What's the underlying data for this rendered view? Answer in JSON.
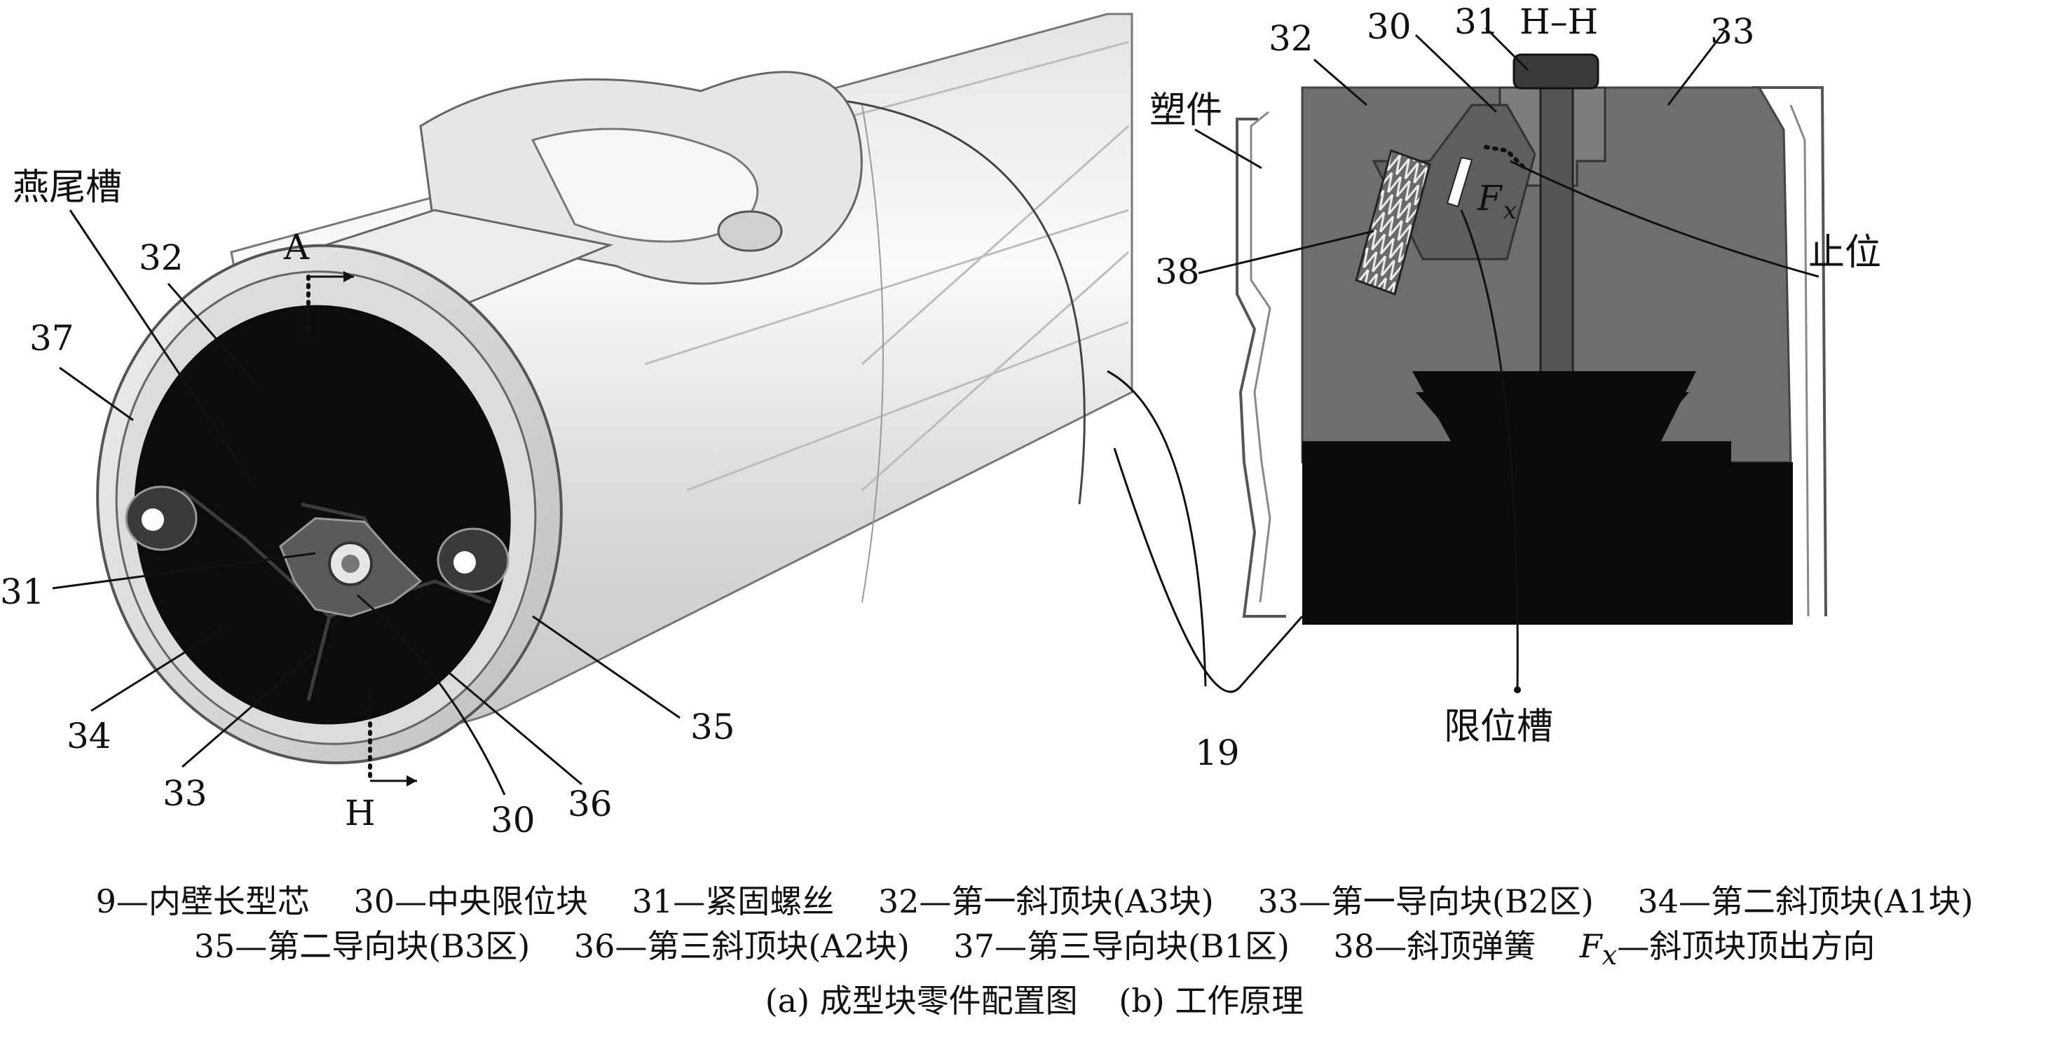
{
  "panel_a": {
    "labels": {
      "dovetail": "燕尾槽",
      "n32": "32",
      "n37": "37",
      "sec_a": "A",
      "n31": "31",
      "n34": "34",
      "n33": "33",
      "sec_h": "H",
      "n30": "30",
      "n36": "36",
      "n35": "35"
    }
  },
  "panel_b": {
    "labels": {
      "n32": "32",
      "n30": "30",
      "n31": "31",
      "section": "H–H",
      "n33": "33",
      "plastic": "塑件",
      "fx_f": "F",
      "fx_x": "x",
      "stop": "止位",
      "n38": "38",
      "limit_slot": "限位槽"
    }
  },
  "shared": {
    "n19": "19"
  },
  "legend": {
    "row1": [
      "9—内壁长型芯",
      "30—中央限位块",
      "31—紧固螺丝",
      "32—第一斜顶块(A3块)",
      "33—第一导向块(B2区)",
      "34—第二斜顶块(A1块)"
    ],
    "row2": [
      "35—第二导向块(B3区)",
      "36—第三斜顶块(A2块)",
      "37—第三导向块(B1区)",
      "38—斜顶弹簧"
    ],
    "fx_symbol": "F",
    "fx_sub": "x",
    "fx_desc": "—斜顶块顶出方向",
    "caption_a": "(a) 成型块零件配置图",
    "caption_b": "(b) 工作原理"
  }
}
